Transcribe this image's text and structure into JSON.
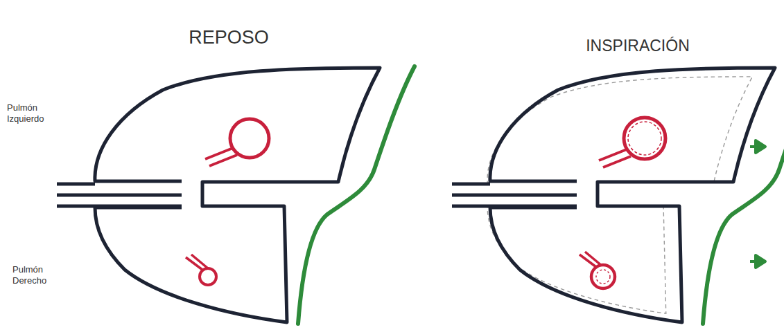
{
  "diagram": {
    "labels": [
      "REPOSO",
      "INSPIRACIÓN",
      "Pulmón Izquierdo",
      "Pulmón Derecho"
    ]
  }
}
